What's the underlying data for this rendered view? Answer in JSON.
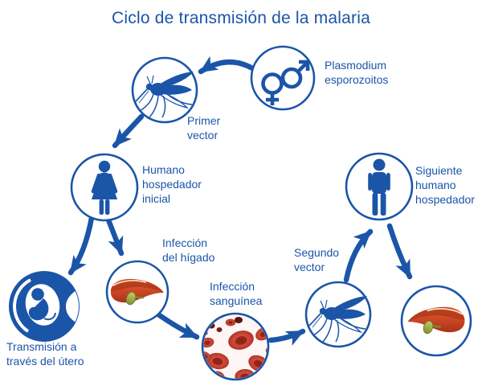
{
  "title": "Ciclo de transmisión de la malaria",
  "colors": {
    "primary_blue": "#1b55a8",
    "background": "#ffffff",
    "liver_orange": "#cf4a25",
    "liver_dark": "#a93119",
    "gallbladder_green": "#96a53c",
    "blood_cell_red": "#c0392b",
    "blood_cell_dark": "#8e1f17"
  },
  "nodes": {
    "plasmodium": {
      "label": "Plasmodium\nesporozoitos",
      "icon": "male-female-gender-symbols"
    },
    "primer_vector": {
      "label": "Primer\nvector",
      "icon": "mosquito"
    },
    "humano_inicial": {
      "label": "Humano\nhospedador\ninicial",
      "icon": "female-figure"
    },
    "utero": {
      "label": "Transmisión a\ntravés del útero",
      "icon": "fetus-in-womb"
    },
    "higado": {
      "label": "Infección\ndel hígado",
      "icon": "liver"
    },
    "sangre": {
      "label": "Infección\nsanguínea",
      "icon": "red-blood-cells"
    },
    "segundo_vector": {
      "label": "Segundo\nvector",
      "icon": "mosquito"
    },
    "siguiente_humano": {
      "label": "Siguiente\nhumano\nhospedador",
      "icon": "male-figure"
    },
    "higado_siguiente": {
      "label": "",
      "icon": "liver"
    }
  },
  "arrows": [
    "plasmodium-to-primer-vector",
    "primer-vector-to-humano-inicial",
    "humano-inicial-to-utero",
    "humano-inicial-to-higado",
    "higado-to-sangre",
    "sangre-to-segundo-vector",
    "segundo-vector-to-siguiente-humano",
    "siguiente-humano-to-higado-siguiente"
  ]
}
